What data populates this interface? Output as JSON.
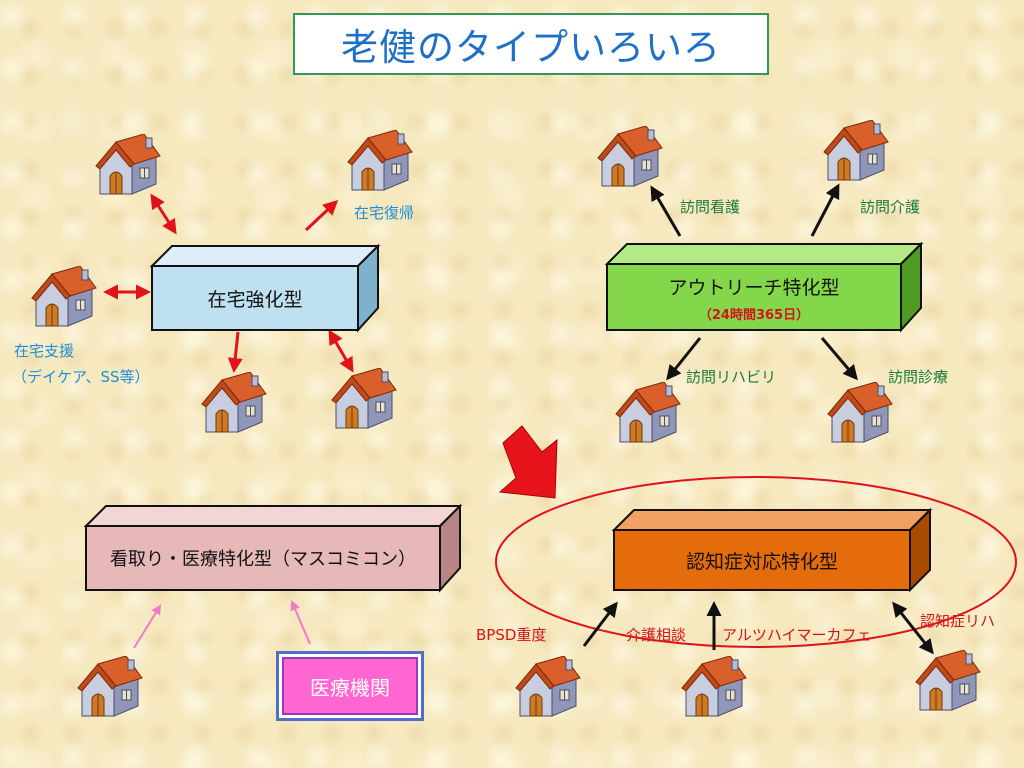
{
  "title": "老健のタイプいろいろ",
  "boxes": {
    "home_strengthened": "在宅強化型",
    "outreach": "アウトリーチ特化型",
    "outreach_sub": "（24時間365日）",
    "end_of_life": "看取り・医療特化型（マスコミコン）",
    "dementia": "認知症対応特化型"
  },
  "labels": {
    "return_home": "在宅復帰",
    "home_support_1": "在宅支援",
    "home_support_2": "（デイケア、SS等）",
    "visit_nursing": "訪問看護",
    "visit_care": "訪問介護",
    "visit_rehab": "訪問リハビリ",
    "visit_consult": "訪問診療",
    "bpsd": "BPSD重度",
    "care_consult": "介護相談",
    "alz_cafe": "アルツハイマーカフェ",
    "dementia_rehab": "認知症リハ",
    "medical_institution": "医療機関"
  },
  "colors": {
    "box_blue": "#bfe0f0",
    "box_green": "#84d64a",
    "box_pink": "#e6b8b8",
    "box_orange": "#e46c0a",
    "arrow_red": "#e0121a",
    "arrow_pink": "#f07ac8",
    "arrow_black": "#111111",
    "ellipse": "#e0121a",
    "title_text": "#1e6fc8"
  },
  "icons": [
    "house-icon",
    "big-red-arrow-icon"
  ]
}
